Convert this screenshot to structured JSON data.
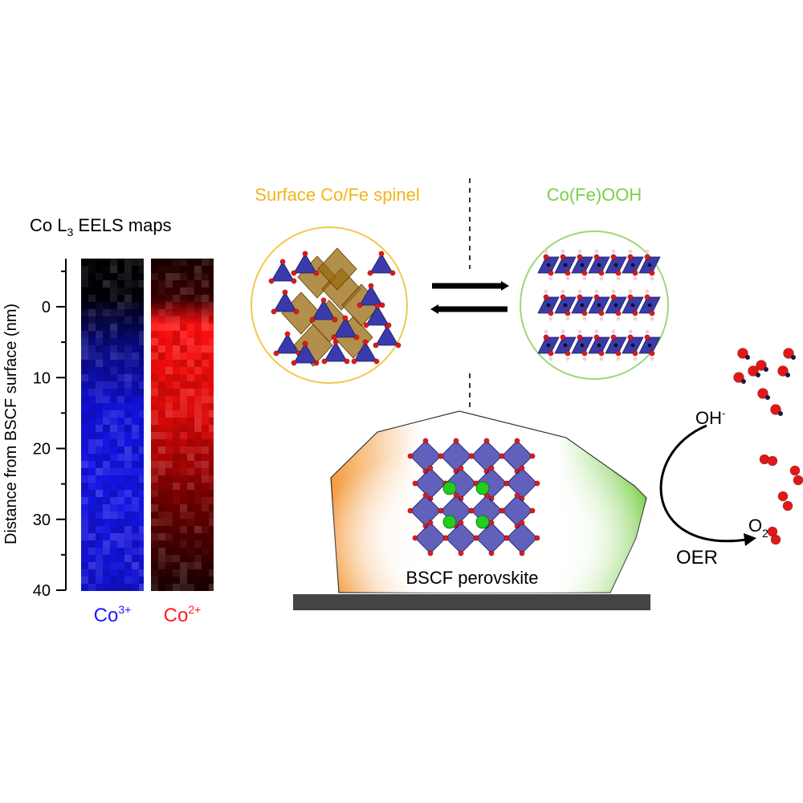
{
  "eels": {
    "title": "Co L",
    "title_sub": "3",
    "title_rest": " EELS maps",
    "axis_label": "Distance from BSCF surface (nm)",
    "ticks": [
      "0",
      "10",
      "20",
      "30",
      "40"
    ],
    "maps": [
      {
        "label": "Co",
        "charge": "3+",
        "color": "#1a1aff"
      },
      {
        "label": "Co",
        "charge": "2+",
        "color": "#ff1a1a"
      }
    ]
  },
  "phases": {
    "spinel_label": "Surface Co/Fe spinel",
    "spinel_color": "#f2b41d",
    "oxyhydroxide_label": "Co(Fe)OOH",
    "oxyhydroxide_color": "#7ccf4a"
  },
  "particle": {
    "label": "BSCF perovskite"
  },
  "reaction": {
    "reactant": "OH",
    "reactant_sup": "-",
    "product": "O",
    "product_sub": "2",
    "process": "OER"
  },
  "colors": {
    "cobalt": "#3a3aaa",
    "oxygen": "#e01818",
    "strontium": "#22cc22",
    "spinel_oct": "#9a6a10",
    "substrate": "#444444"
  }
}
